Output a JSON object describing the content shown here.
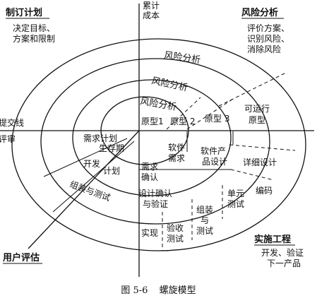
{
  "quadrants": {
    "top_left": {
      "title": "制订计划",
      "lines": [
        "决定目标、",
        "方案和限制"
      ]
    },
    "top_right": {
      "title": "风险分析",
      "lines": [
        "评价方案、",
        "识别风险、",
        "消除风险"
      ]
    },
    "bottom_right": {
      "title": "实施工程",
      "lines": [
        "开发、验证",
        "下一产品"
      ]
    },
    "bottom_left": {
      "title": "用户评估"
    }
  },
  "axes": {
    "y_label": [
      "累计",
      "成本"
    ],
    "left_label": "提交线",
    "review": "评审"
  },
  "risk": [
    "风险分析",
    "风险分析",
    "风险分析"
  ],
  "prototypes": [
    "原型1",
    "原型 2",
    "原型 3"
  ],
  "runnable": [
    "可运行",
    "原型"
  ],
  "planning": [
    "需求计划",
    "生存期",
    "开发",
    "计划",
    "组装与测试"
  ],
  "engineering": {
    "software_req": [
      "软件",
      "需求"
    ],
    "product_design": [
      "软件产",
      "品设计"
    ],
    "detailed_design": "详细设计",
    "req_confirm": [
      "需求",
      "确认"
    ],
    "design_verify": [
      "设计确认",
      "与验证"
    ],
    "unit_test": [
      "单元",
      "测试"
    ],
    "coding": "编码",
    "assembly_test": [
      "组装",
      "与",
      "测试"
    ],
    "acceptance": [
      "验收",
      "测试"
    ],
    "implement": "实现"
  },
  "caption": {
    "number": "图 5-6",
    "title": "螺旋模型"
  }
}
